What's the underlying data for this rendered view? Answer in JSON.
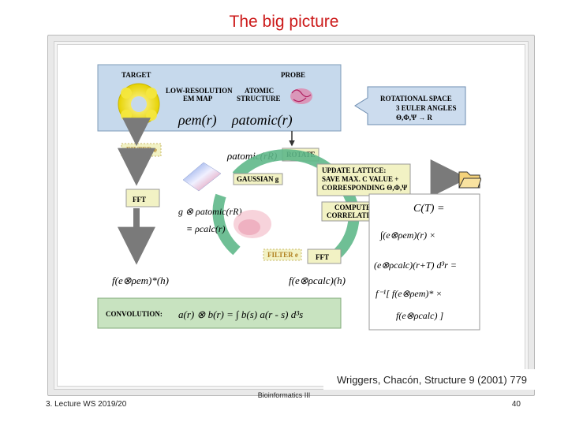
{
  "slide": {
    "title": "The big picture"
  },
  "diagram": {
    "target_label": "TARGET",
    "probe_label": "PROBE",
    "em_map_label_1": "LOW-RESOLUTION",
    "em_map_label_2": "EM MAP",
    "atomic_label_1": "ATOMIC",
    "atomic_label_2": "STRUCTURE",
    "rho_em": "ρem(r)",
    "rho_atomic": "ρatomic(r)",
    "rotational_title": "ROTATIONAL SPACE",
    "rotational_sub": "3 EULER ANGLES",
    "rotational_formula": "Θ,Φ,Ψ → R",
    "filter_top": "FILTER e",
    "fft_left": "FFT",
    "rho_atomic_rR": "ρatomic(rR)",
    "rotate": "ROTATE",
    "gaussian": "GAUSSIAN g",
    "update_1": "UPDATE LATTICE:",
    "update_2": "SAVE MAX. C VALUE +",
    "update_3": "CORRESPONDING Θ,Φ,Ψ",
    "g_conv": "g ⊗ ρatomic(rR)",
    "rho_calc": "≡ ρcalc(r)",
    "compute_1": "COMPUTE",
    "compute_2": "CORRELATION",
    "c_t": "C(T) =",
    "filter_bottom": "FILTER e",
    "fft_bottom": "FFT",
    "f_em_conj": "f(e⊗ρem)*(h)",
    "f_calc": "f(e⊗ρcalc)(h)",
    "convolution_label": "CONVOLUTION:",
    "convolution_formula": "a(r) ⊗ b(r) = ∫ b(s) a(r - s) d³s",
    "rhs_1": "∫(e⊗ρem)(r) ×",
    "rhs_2": "(e⊗ρcalc)(r+T) d³r =",
    "rhs_3": "f⁻¹[ f(e⊗ρem)* ×",
    "rhs_4": "f(e⊗ρcalc) ]"
  },
  "citation": "Wriggers, Chacón, Structure 9 (2001) 779",
  "footer": {
    "left": "3. Lecture WS 2019/20",
    "center": "Bioinformatics III",
    "right": "40"
  },
  "colors": {
    "title": "#cc1a1a",
    "top_panel": "#c6d9ec",
    "box_fill": "#f2f2c4",
    "em_map": "#f0e020",
    "probe": "#d0508c",
    "arrow": "#8a8a8a",
    "cycle": "#5fb88a",
    "conv_panel": "#c8e3c0",
    "rot_panel": "#ccdcee"
  }
}
